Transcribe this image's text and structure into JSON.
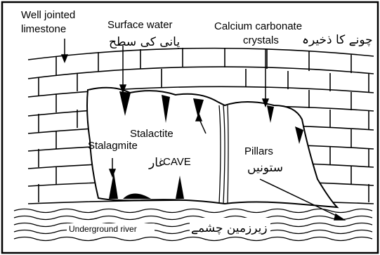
{
  "labels": {
    "well_jointed_limestone": [
      "Well jointed",
      "limestone"
    ],
    "surface_water": "Surface water",
    "surface_water_urdu": "پانی کی سطح",
    "calcium_carbonate": [
      "Calcium carbonate",
      "crystals"
    ],
    "calcium_carbonate_urdu": "چونے کا ذخیرہ",
    "stalactite": "Stalactite",
    "stalagmite": "Stalagmite",
    "cave": "CAVE",
    "cave_urdu": "غار",
    "pillars": "Pillars",
    "pillars_urdu": "ستونیں",
    "underground_river": "Underground river",
    "underground_river_urdu": "زیرزمین چشمے"
  },
  "colors": {
    "ink": "#000000",
    "background": "#ffffff"
  }
}
